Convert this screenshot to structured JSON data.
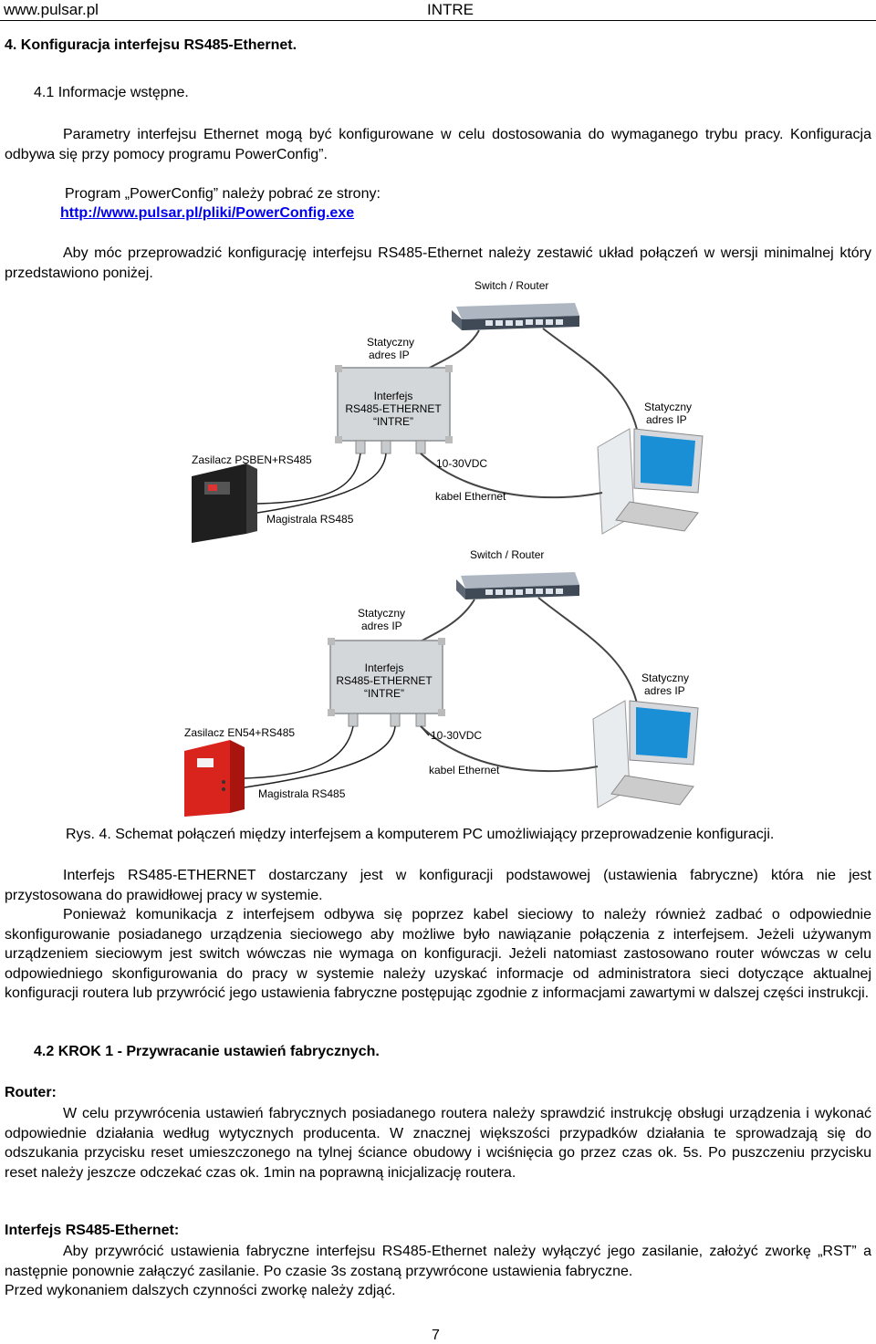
{
  "header": {
    "left": "www.pulsar.pl",
    "center": "INTRE"
  },
  "section4_title": "4.  Konfiguracja interfejsu RS485-Ethernet.",
  "section41_title": "4.1  Informacje wstępne.",
  "intro_p1": "Parametry interfejsu Ethernet mogą być konfigurowane w celu dostosowania do wymaganego trybu pracy. Konfiguracja odbywa się przy pomocy programu PowerConfig”.",
  "download_line": "Program „PowerConfig” należy pobrać ze strony:",
  "download_link": "http://www.pulsar.pl/pliki/PowerConfig.exe",
  "intro_p2": "Aby móc przeprowadzić konfigurację interfejsu RS485-Ethernet należy zestawić układ połączeń w wersji minimalnej który przedstawiono poniżej.",
  "diagram1": {
    "switch_label": "Switch / Router",
    "static_ip_1a": "Statyczny",
    "static_ip_1b": "adres IP",
    "iface_l1": "Interfejs",
    "iface_l2": "RS485-ETHERNET",
    "iface_l3": "“INTRE”",
    "static_ip_2a": "Statyczny",
    "static_ip_2b": "adres IP",
    "psu_label": "Zasilacz PSBEN+RS485",
    "voltage": "10-30VDC",
    "eth_cable": "kabel Ethernet",
    "rs485_bus": "Magistrala RS485"
  },
  "diagram2": {
    "switch_label": "Switch / Router",
    "static_ip_1a": "Statyczny",
    "static_ip_1b": "adres IP",
    "iface_l1": "Interfejs",
    "iface_l2": "RS485-ETHERNET",
    "iface_l3": "“INTRE”",
    "static_ip_2a": "Statyczny",
    "static_ip_2b": "adres IP",
    "psu_label": "Zasilacz EN54+RS485",
    "voltage": "10-30VDC",
    "eth_cable": "kabel Ethernet",
    "rs485_bus": "Magistrala RS485"
  },
  "colors": {
    "psu1": "#1f1f1f",
    "psu2": "#d9231d",
    "monitor_screen": "#1a8fd6",
    "switch_body": "#3f4a56",
    "link": "#0000ee"
  },
  "figure_caption": "Rys. 4. Schemat połączeń między interfejsem a komputerem PC umożliwiający przeprowadzenie konfiguracji.",
  "body_p1": "Interfejs RS485-ETHERNET dostarczany jest w konfiguracji podstawowej (ustawienia fabryczne) która nie jest przystosowana do prawidłowej pracy w systemie.",
  "body_p2": "Ponieważ komunikacja z interfejsem odbywa się poprzez kabel sieciowy to należy również zadbać o odpowiednie skonfigurowanie posiadanego urządzenia sieciowego aby możliwe było nawiązanie połączenia z interfejsem. Jeżeli używanym urządzeniem sieciowym jest switch wówczas nie wymaga on konfiguracji. Jeżeli natomiast zastosowano router wówczas w celu odpowiedniego skonfigurowania do pracy w systemie należy uzyskać informacje od administratora sieci dotyczące aktualnej konfiguracji routera lub przywrócić jego ustawienia fabryczne postępując zgodnie z informacjami zawartymi w dalszej części instrukcji.",
  "section42_title": "4.2  KROK 1 - Przywracanie ustawień fabrycznych.",
  "router_heading": "Router:",
  "router_p": "W celu przywrócenia ustawień fabrycznych posiadanego routera należy sprawdzić instrukcję obsługi urządzenia i wykonać odpowiednie działania według wytycznych producenta. W znacznej większości przypadków działania te sprowadzają się do odszukania przycisku reset umieszczonego na tylnej ściance obudowy i wciśnięcia go przez czas ok. 5s. Po puszczeniu przycisku reset należy jeszcze odczekać czas ok. 1min na poprawną inicjalizację routera.",
  "iface_heading": "Interfejs RS485-Ethernet:",
  "iface_p": "Aby przywrócić ustawienia fabryczne interfejsu RS485-Ethernet należy wyłączyć jego zasilanie, założyć zworkę „RST” a następnie ponownie załączyć zasilanie. Po czasie 3s zostaną przywrócone ustawienia fabryczne.",
  "iface_p2": "Przed wykonaniem dalszych czynności zworkę należy zdjąć.",
  "page_number": "7"
}
